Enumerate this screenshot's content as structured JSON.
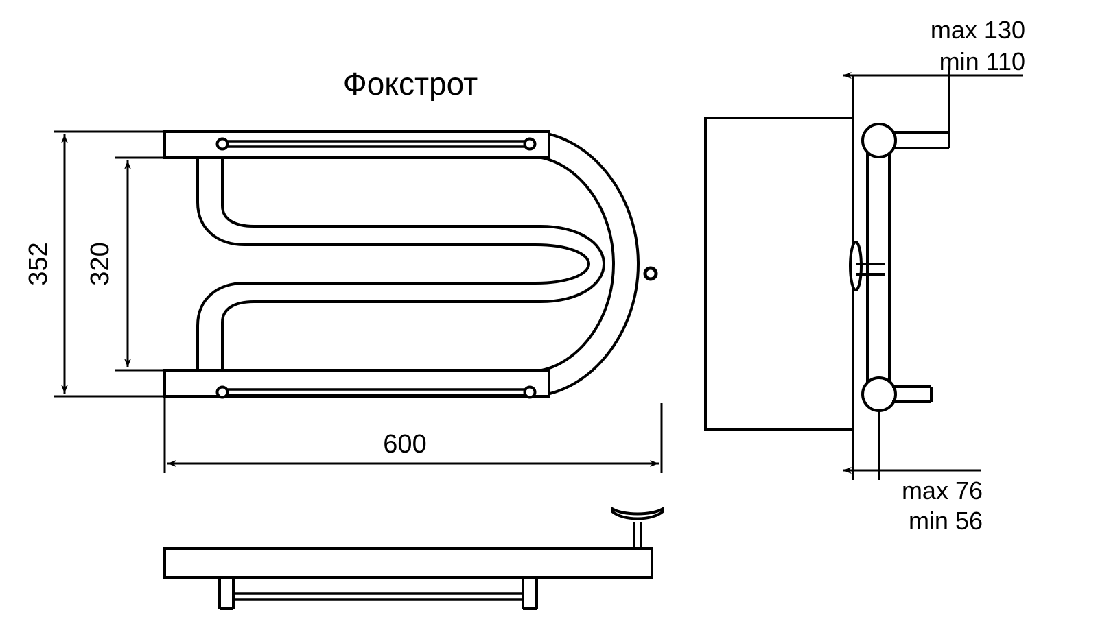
{
  "drawing": {
    "title": "Фокстрот",
    "product_type": "towel-warmer-technical-drawing",
    "line_color": "#000000",
    "background_color": "#ffffff",
    "views": {
      "front": {
        "name": "front-view",
        "shape": "m-shaped-serpentine-pipe"
      },
      "side": {
        "name": "side-view",
        "shape": "wall-mounted-vertical-pipe"
      },
      "bottom": {
        "name": "bottom-view",
        "shape": "shelf-bar-with-flange"
      }
    },
    "dimensions": {
      "height_overall": "352",
      "height_inner": "320",
      "width_overall": "600",
      "depth_max": "max 130",
      "depth_min": "min 110",
      "offset_max": "max 76",
      "offset_min": "min 56"
    }
  }
}
